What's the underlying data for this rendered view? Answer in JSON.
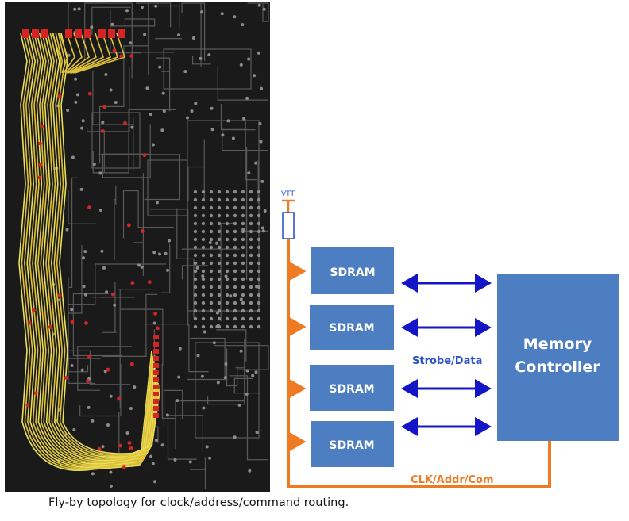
{
  "caption": "Fly-by topology for clock/address/command routing.",
  "pcb_image": {
    "description_icon": "pcb-layout-image"
  },
  "diagram": {
    "vtt_label": "VTT",
    "sdram_labels": [
      "SDRAM",
      "SDRAM",
      "SDRAM",
      "SDRAM"
    ],
    "controller_label_line1": "Memory",
    "controller_label_line2": "Controller",
    "strobe_label": "Strobe/Data",
    "bus_label": "CLK/Addr/Com",
    "colors": {
      "block_fill": "#4d7ec2",
      "bus_orange": "#ee7a22",
      "arrow_blue": "#1515c8",
      "label_blue": "#2f55c9"
    }
  }
}
